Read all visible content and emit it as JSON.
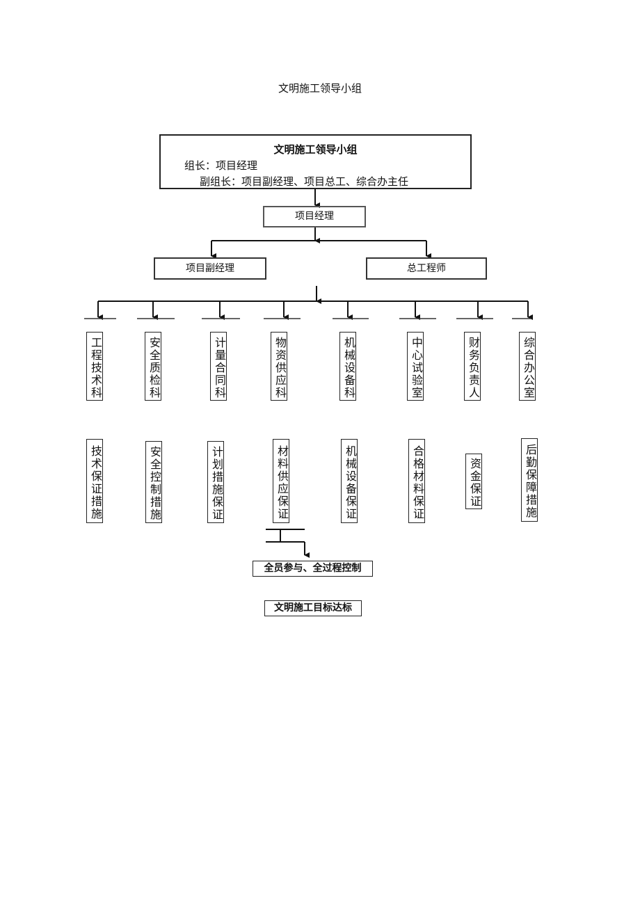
{
  "page_title": "文明施工领导小组",
  "leader_group": {
    "heading": "文明施工领导小组",
    "leader_line": "组长：项目经理",
    "deputy_line": "副组长：项目副经理、项目总工、综合办主任"
  },
  "project_manager": "项目经理",
  "deputy_manager": "项目副经理",
  "chief_engineer": "总工程师",
  "departments": [
    "工程技术科",
    "安全质检科",
    "计量合同科",
    "物资供应科",
    "机械设备科",
    "中心试验室",
    "财务负责人",
    "综合办公室"
  ],
  "measures": [
    "技术保证措施",
    "安全控制措施",
    "计划措施保证",
    "材料供应保证",
    "机械设备保证",
    "合格材料保证",
    "资金保证",
    "后勤保障措施"
  ],
  "participation": "全员参与、全过程控制",
  "goal": "文明施工目标达标"
}
